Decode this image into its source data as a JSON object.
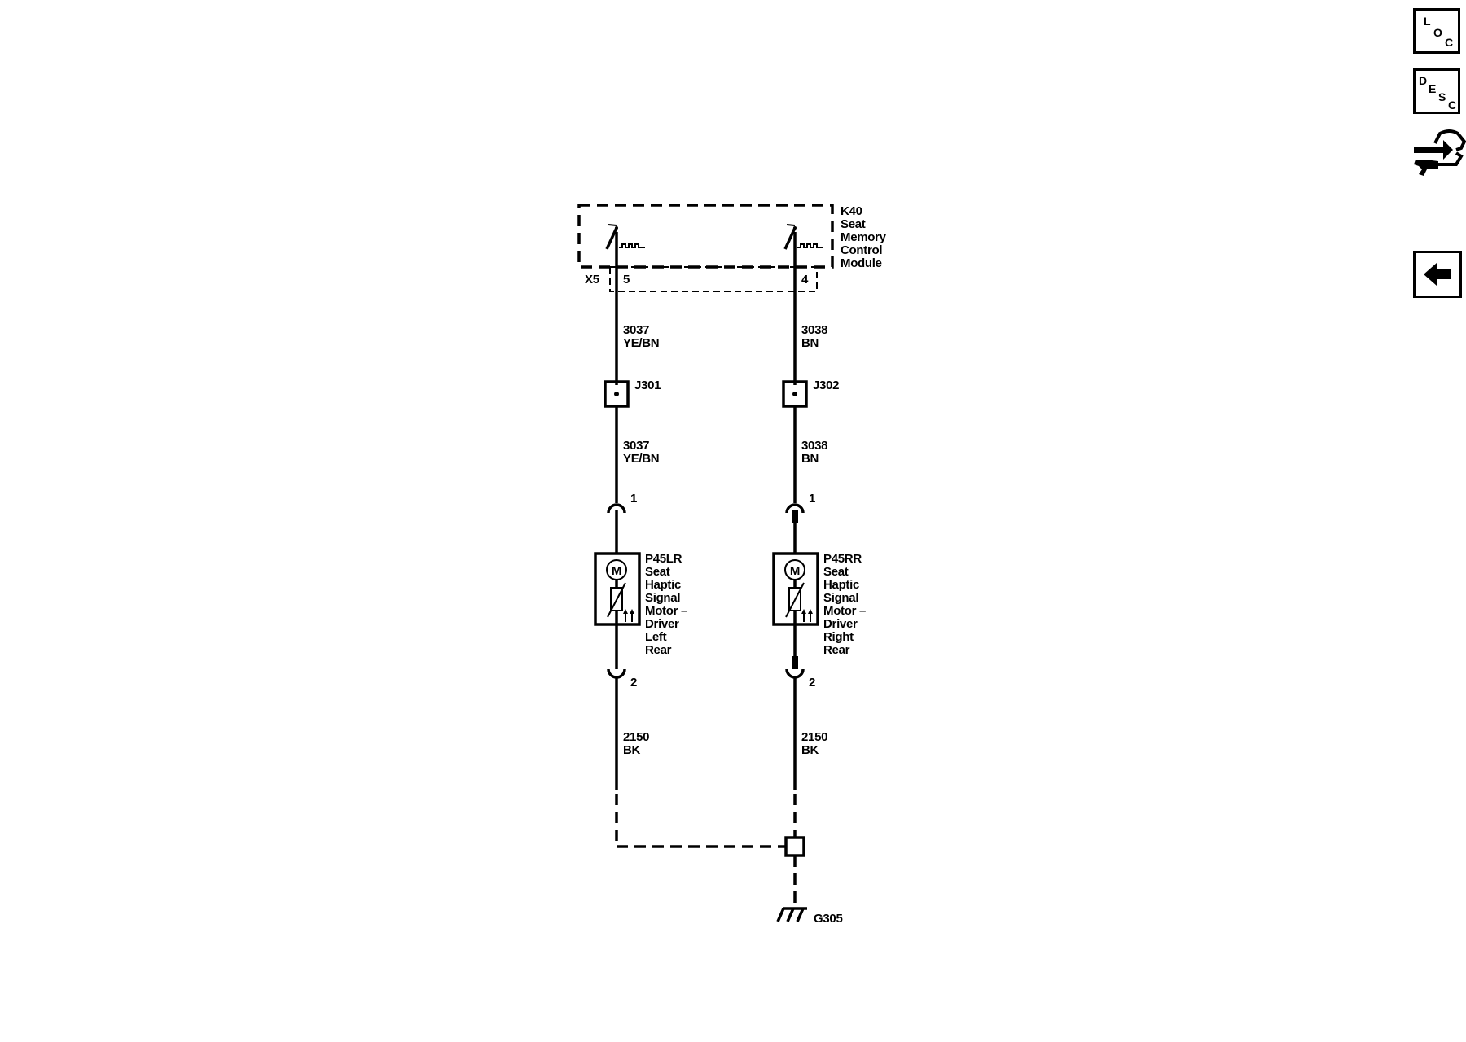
{
  "module": {
    "label_lines": [
      "K40",
      "Seat",
      "Memory",
      "Control",
      "Module"
    ],
    "connector": "X5"
  },
  "circuits": [
    {
      "pin": "5",
      "wire_upper": {
        "number": "3037",
        "color": "YE/BN"
      },
      "splice": "J301",
      "wire_lower": {
        "number": "3037",
        "color": "YE/BN"
      },
      "motor_pin_top": "1",
      "motor_symbol": "M",
      "motor_label_lines": [
        "P45LR",
        "Seat",
        "Haptic",
        "Signal",
        "Motor –",
        "Driver",
        "Left",
        "Rear"
      ],
      "motor_pin_bottom": "2",
      "ground_wire": {
        "number": "2150",
        "color": "BK"
      }
    },
    {
      "pin": "4",
      "wire_upper": {
        "number": "3038",
        "color": "BN"
      },
      "splice": "J302",
      "wire_lower": {
        "number": "3038",
        "color": "BN"
      },
      "motor_pin_top": "1",
      "motor_symbol": "M",
      "motor_label_lines": [
        "P45RR",
        "Seat",
        "Haptic",
        "Signal",
        "Motor –",
        "Driver",
        "Right",
        "Rear"
      ],
      "motor_pin_bottom": "2",
      "ground_wire": {
        "number": "2150",
        "color": "BK"
      }
    }
  ],
  "ground": {
    "label": "G305"
  },
  "sidebar": {
    "loc": {
      "l": "L",
      "o": "O",
      "c": "C"
    },
    "desc": {
      "d": "D",
      "e": "E",
      "s": "S",
      "c": "C"
    }
  }
}
